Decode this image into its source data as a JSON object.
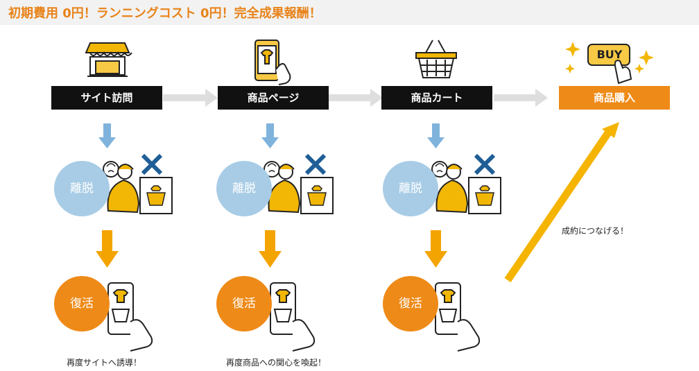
{
  "banner": {
    "title": "初期費用 0円！ランニングコスト 0円！完全成果報酬！"
  },
  "steps": [
    {
      "label": "サイト訪問"
    },
    {
      "label": "商品ページ"
    },
    {
      "label": "商品カート"
    },
    {
      "label": "商品購入"
    }
  ],
  "columns": [
    {
      "exit_label": "離脱",
      "recover_label": "復活",
      "caption": "再度サイトへ誘導！"
    },
    {
      "exit_label": "離脱",
      "recover_label": "復活",
      "caption": "再度商品への関心を喚起！"
    },
    {
      "exit_label": "離脱",
      "recover_label": "復活",
      "caption": ""
    }
  ],
  "conversion_note": "成約につなげる！",
  "buy_badge": "BUY",
  "colors": {
    "orange": "#ee8a17",
    "black": "#111111",
    "blue_arrow": "#7fb3dc",
    "light_blue": "#a8cce6",
    "yellow_arrow": "#f4b400",
    "gray_arrow": "#dedede",
    "x_mark": "#1f5e96"
  }
}
